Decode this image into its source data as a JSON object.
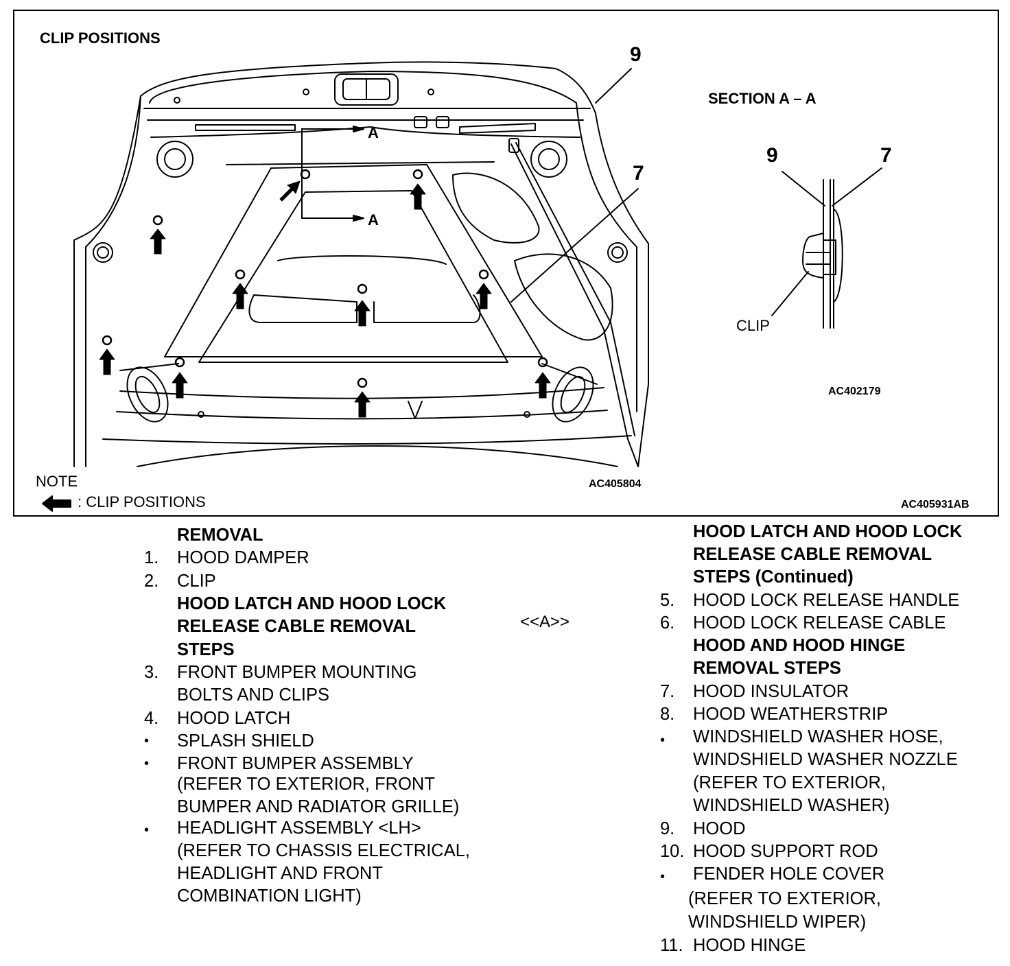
{
  "figure": {
    "title": "CLIP POSITIONS",
    "callout_9": "9",
    "callout_7": "7",
    "section_marker": "A",
    "note_heading": "NOTE",
    "note_text": ": CLIP POSITIONS",
    "main_figure_code": "AC405804",
    "section_title": "SECTION A – A",
    "section_label_9": "9",
    "section_label_7": "7",
    "section_clip_label": "CLIP",
    "section_figure_code": "AC402179",
    "overall_code": "AC405931AB"
  },
  "middle_reference": "<<A>>",
  "left_list": {
    "heading": "REMOVAL",
    "items": [
      {
        "marker": "1.",
        "lines": [
          "HOOD DAMPER"
        ]
      },
      {
        "marker": "2.",
        "lines": [
          "CLIP"
        ]
      },
      {
        "marker": "",
        "bold": true,
        "lines": [
          "HOOD LATCH AND HOOD LOCK",
          "RELEASE CABLE REMOVAL",
          "STEPS"
        ]
      },
      {
        "marker": "3.",
        "lines": [
          "FRONT BUMPER MOUNTING",
          "BOLTS AND CLIPS"
        ]
      },
      {
        "marker": "4.",
        "lines": [
          "HOOD LATCH"
        ]
      },
      {
        "marker": "•",
        "lines": [
          "SPLASH SHIELD"
        ]
      },
      {
        "marker": "•",
        "lines": [
          "FRONT BUMPER ASSEMBLY",
          "(REFER TO EXTERIOR, FRONT",
          "BUMPER AND RADIATOR GRILLE)"
        ]
      },
      {
        "marker": "•",
        "lines": [
          "HEADLIGHT ASSEMBLY <LH>",
          "(REFER TO CHASSIS ELECTRICAL,",
          "HEADLIGHT AND FRONT",
          "COMBINATION LIGHT)"
        ]
      }
    ]
  },
  "right_list": {
    "heading_lines": [
      "HOOD LATCH AND HOOD LOCK",
      "RELEASE CABLE REMOVAL",
      "STEPS (Continued)"
    ],
    "items": [
      {
        "marker": "5.",
        "lines": [
          "HOOD LOCK RELEASE HANDLE"
        ]
      },
      {
        "marker": "6.",
        "lines": [
          "HOOD LOCK RELEASE CABLE"
        ]
      },
      {
        "marker": "",
        "bold": true,
        "lines": [
          "HOOD AND HOOD HINGE",
          "REMOVAL STEPS"
        ]
      },
      {
        "marker": "7.",
        "lines": [
          "HOOD INSULATOR"
        ]
      },
      {
        "marker": "8.",
        "lines": [
          "HOOD WEATHERSTRIP"
        ]
      },
      {
        "marker": "•",
        "lines": [
          "WINDSHIELD WASHER HOSE,",
          "WINDSHIELD WASHER NOZZLE",
          "(REFER TO EXTERIOR,",
          "WINDSHIELD WASHER)"
        ]
      },
      {
        "marker": "9.",
        "lines": [
          "HOOD"
        ]
      },
      {
        "marker": "10.",
        "lines": [
          "HOOD SUPPORT ROD"
        ]
      },
      {
        "marker": "•",
        "lines": [
          "FENDER HOLE COVER"
        ]
      },
      {
        "marker": "",
        "indent": true,
        "lines": [
          "(REFER TO EXTERIOR,",
          "WINDSHIELD WIPER)"
        ]
      },
      {
        "marker": "11.",
        "lines": [
          "HOOD HINGE"
        ]
      }
    ]
  }
}
